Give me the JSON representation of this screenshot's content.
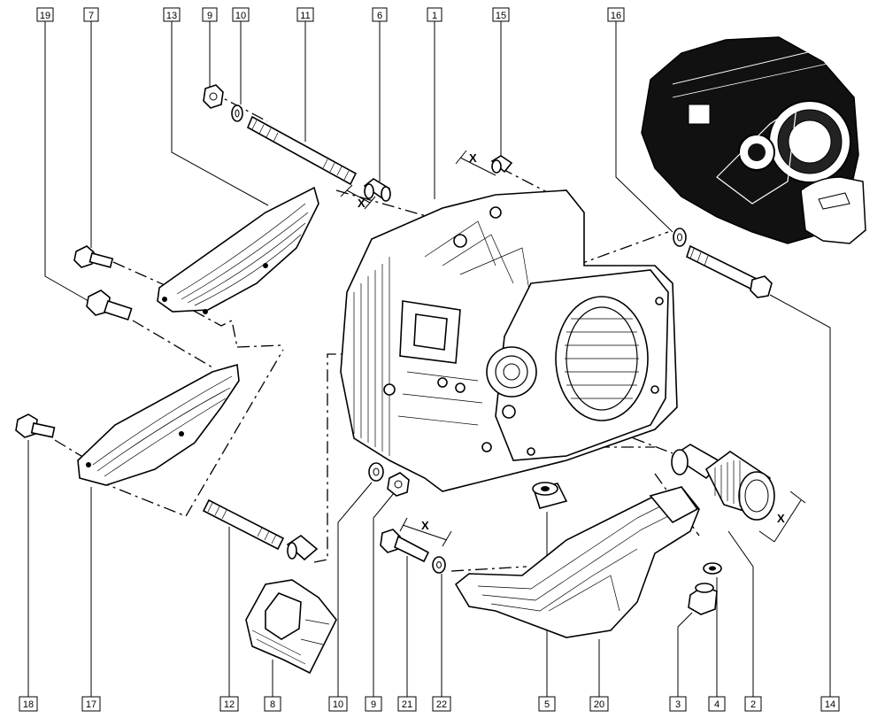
{
  "top_callouts": [
    "19",
    "7",
    "13",
    "9",
    "10",
    "11",
    "6",
    "1",
    "15",
    "16"
  ],
  "bottom_callouts": [
    "18",
    "17",
    "12",
    "8",
    "10",
    "9",
    "21",
    "22",
    "5",
    "20",
    "3",
    "4",
    "2",
    "14"
  ],
  "dimension_labels": [
    "X",
    "X",
    "X",
    "X"
  ],
  "colors": {
    "ink": "#000000",
    "paper": "#ffffff"
  }
}
